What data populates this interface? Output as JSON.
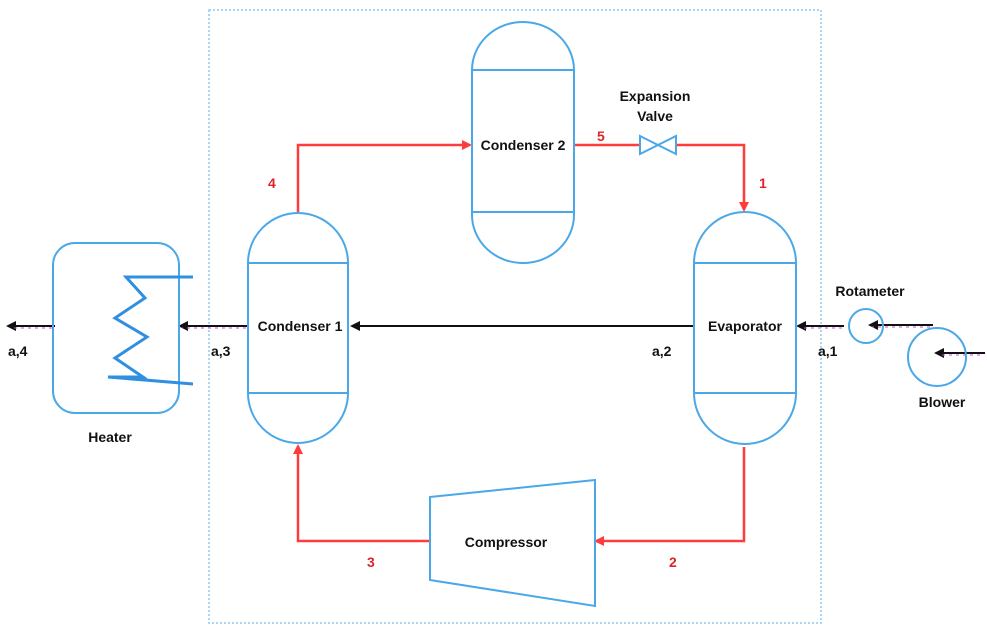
{
  "colors": {
    "refrigerant_line": "#ff3b3b",
    "equipment_outline": "#4aa8e8",
    "air_line": "#111111",
    "boundary": "#8cc8f0",
    "state_number": "#e0242a"
  },
  "components": {
    "condenser_1": "Condenser 1",
    "condenser_2": "Condenser 2",
    "evaporator": "Evaporator",
    "compressor": "Compressor",
    "heater": "Heater",
    "rotameter": "Rotameter",
    "blower": "Blower",
    "expansion_valve": [
      "Expansion",
      "Valve"
    ]
  },
  "refrigerant_states": [
    "1",
    "2",
    "3",
    "4",
    "5"
  ],
  "air_states": [
    "a,1",
    "a,2",
    "a,3",
    "a,4"
  ]
}
